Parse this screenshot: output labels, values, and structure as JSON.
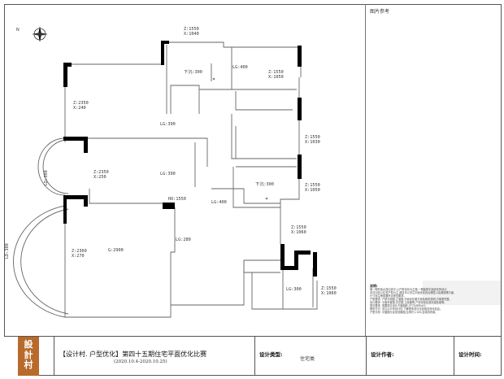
{
  "reference_label": "图片参考",
  "north_label": "N",
  "rooms": [
    {
      "id": "r1",
      "text": "Z:1550\nX:1040"
    },
    {
      "id": "r2",
      "text": "下沉:300"
    },
    {
      "id": "r3",
      "text": "LG:400"
    },
    {
      "id": "r4",
      "text": "Z:1550\nX:1050"
    },
    {
      "id": "r5",
      "text": "Z:2350\nX:240"
    },
    {
      "id": "r6",
      "text": "LG:390"
    },
    {
      "id": "r7",
      "text": "Z:1550\nX:1030"
    },
    {
      "id": "r8",
      "text": "Z:2350\nX:250"
    },
    {
      "id": "r9",
      "text": "LG:390"
    },
    {
      "id": "r10",
      "text": "下沉:300"
    },
    {
      "id": "r11",
      "text": "Z:1550\nX:1050"
    },
    {
      "id": "r12",
      "text": "LD:300"
    },
    {
      "id": "r13",
      "text": "HX:1550"
    },
    {
      "id": "r14",
      "text": "LG:400"
    },
    {
      "id": "r15",
      "text": "Z:1550\nX:1060"
    },
    {
      "id": "r16",
      "text": "LD:300"
    },
    {
      "id": "r17",
      "text": "Z:2360\nX:270"
    },
    {
      "id": "r18",
      "text": "G:2900"
    },
    {
      "id": "r19",
      "text": "LG:280"
    },
    {
      "id": "r20",
      "text": "LG:300"
    },
    {
      "id": "r21",
      "text": "Z:1550\nX:1060"
    }
  ],
  "title_block": {
    "logo": [
      "設",
      "計",
      "村"
    ],
    "main_title": "【设计村. 户型优化】第四十五期住宅平面优化比赛",
    "date_range": "(2020.10.4-2020.10.25)",
    "design_type_label": "设计类型:",
    "design_type_value": "住宅类",
    "designer_label": "设计作者:",
    "date_label": "设计时间:"
  },
  "info_panel": {
    "desc_label": "说明:",
    "lines": [
      "第一期开始大赛比赛中,以户型优化为主题,一期建筑平面优化的设计,",
      "本次比赛以住宅户型为主,题目可以关注平面优化的合理性以及美观等方面,",
      "尺寸标注等需要符合规范要求。",
      "户型要求: 户型平面图,立面图,平面优化图方案及相关说明,方案需完整。",
      "设计要求: 平面布置图,天花图,立面图等,户型优化比赛评选标准等。",
      "提交要求: 需要提交设计方案图纸,尺寸比例为A3。",
      "联系方式: 关注公众号设计村,了解更多设计比赛相关资讯信息。",
      "户型分析: 平面图与实景效果图,比例尺1:100,含家具布置。"
    ]
  }
}
